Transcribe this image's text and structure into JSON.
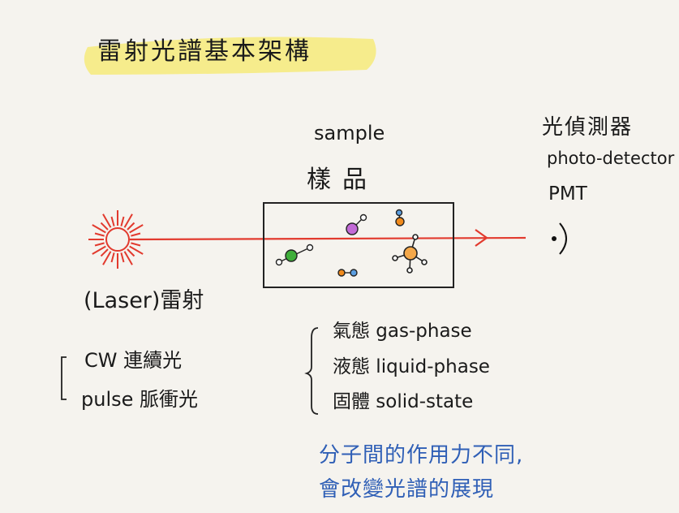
{
  "title": "雷射光譜基本架構",
  "sample": {
    "label_en": "sample",
    "label_zh": "樣品"
  },
  "detector": {
    "label_zh": "光偵測器",
    "label_en": "photo-detector",
    "label_pmt": "PMT"
  },
  "laser": {
    "label": "(Laser)雷射",
    "modes": [
      "CW 連續光",
      "pulse 脈衝光"
    ]
  },
  "phases": [
    "氣態 gas-phase",
    "液態 liquid-phase",
    "固體 solid-state"
  ],
  "note": {
    "line1": "分子間的作用力不同,",
    "line2": "會改變光譜的展現"
  },
  "colors": {
    "beam": "#e23a2e",
    "highlight": "#f6ea7a",
    "note_blue": "#2f5fb6",
    "molecule_purple": "#c26ad6",
    "molecule_green": "#3fae3a",
    "molecule_orange": "#f08a1c",
    "molecule_blue": "#5b9ee0"
  }
}
